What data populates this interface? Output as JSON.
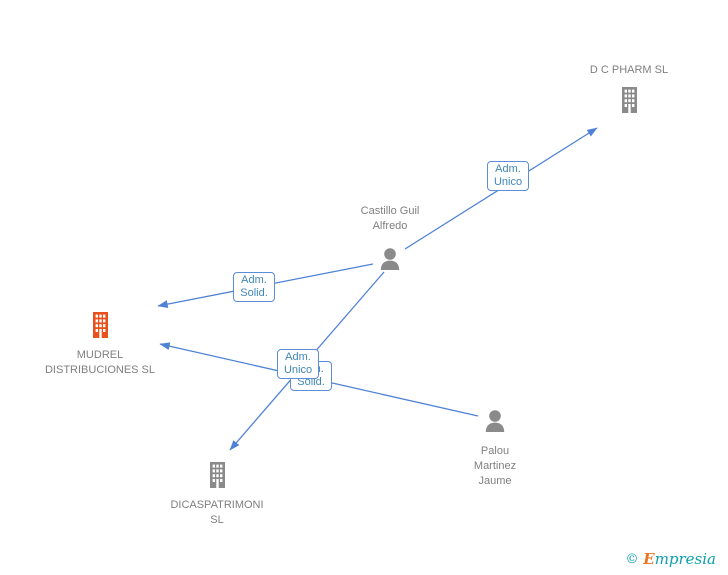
{
  "nodes": {
    "dc_pharm": {
      "type": "company",
      "label": "D C PHARM SL"
    },
    "castillo": {
      "type": "person",
      "line1": "Castillo Guil",
      "line2": "Alfredo"
    },
    "mudrel": {
      "type": "company",
      "line1": "MUDREL",
      "line2": "DISTRIBUCIONES SL"
    },
    "dicaspatrimoni": {
      "type": "company",
      "line1": "DICASPATRIMONI",
      "line2": "SL"
    },
    "palou": {
      "type": "person",
      "line1": "Palou",
      "line2": "Martinez",
      "line3": "Jaume"
    }
  },
  "edges": {
    "castillo_to_dcpharm": {
      "label_line1": "Adm.",
      "label_line2": "Unico"
    },
    "castillo_to_mudrel": {
      "label_line1": "Adm.",
      "label_line2": "Solid."
    },
    "castillo_to_dicaspatrimoni": {
      "label_line1": "Adm.",
      "label_line2": "Unico"
    },
    "palou_to_mudrel": {
      "label_line1": "Adm.",
      "label_line2": "Solid."
    }
  },
  "colors": {
    "edge_blue": "#4f82d6",
    "edge_label_text": "#3f86b8",
    "edge_label_border": "#5b8dd9",
    "company_icon_gray": "#8a8a8a",
    "company_icon_highlight": "#e8511e",
    "person_icon_gray": "#8a8a8a",
    "node_text_gray": "#7f7f7f",
    "watermark_teal": "#0b9fae",
    "watermark_orange": "#e87722"
  },
  "watermark": {
    "copyright_symbol": "©",
    "brand_initial": "E",
    "brand_rest": "mpresia"
  }
}
